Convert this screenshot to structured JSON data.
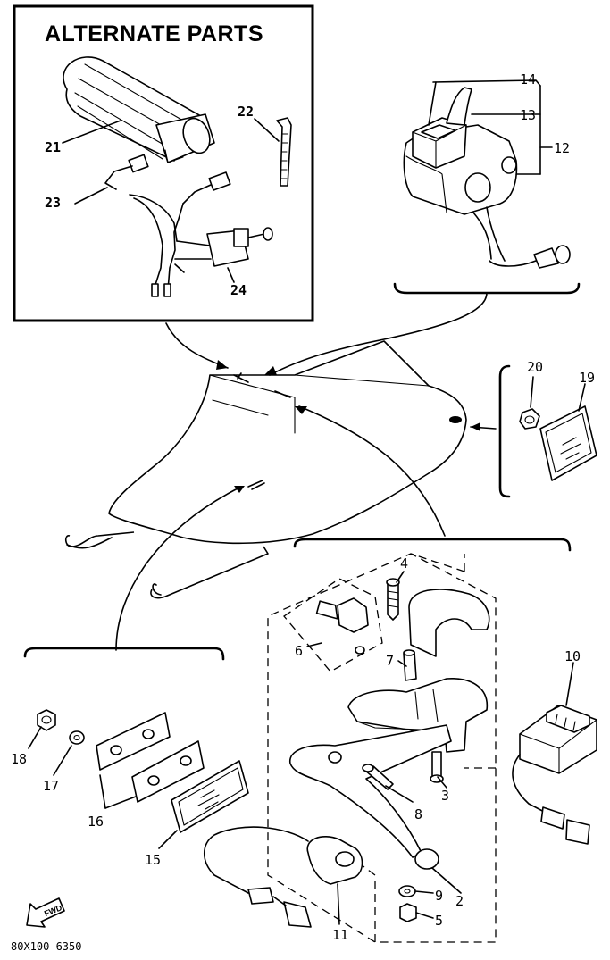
{
  "diagram": {
    "alternate_parts_title": "ALTERNATE PARTS",
    "catalog_code": "80X100-6350",
    "forward_label": "FWD",
    "part_labels": {
      "p2": "2",
      "p3": "3",
      "p4": "4",
      "p5": "5",
      "p6": "6",
      "p7": "7",
      "p8": "8",
      "p9": "9",
      "p10": "10",
      "p11": "11",
      "p12": "12",
      "p13": "13",
      "p14": "14",
      "p15": "15",
      "p16": "16",
      "p17": "17",
      "p18": "18",
      "p19": "19",
      "p20": "20",
      "p21": "21",
      "p22": "22",
      "p23": "23",
      "p24": "24"
    }
  }
}
